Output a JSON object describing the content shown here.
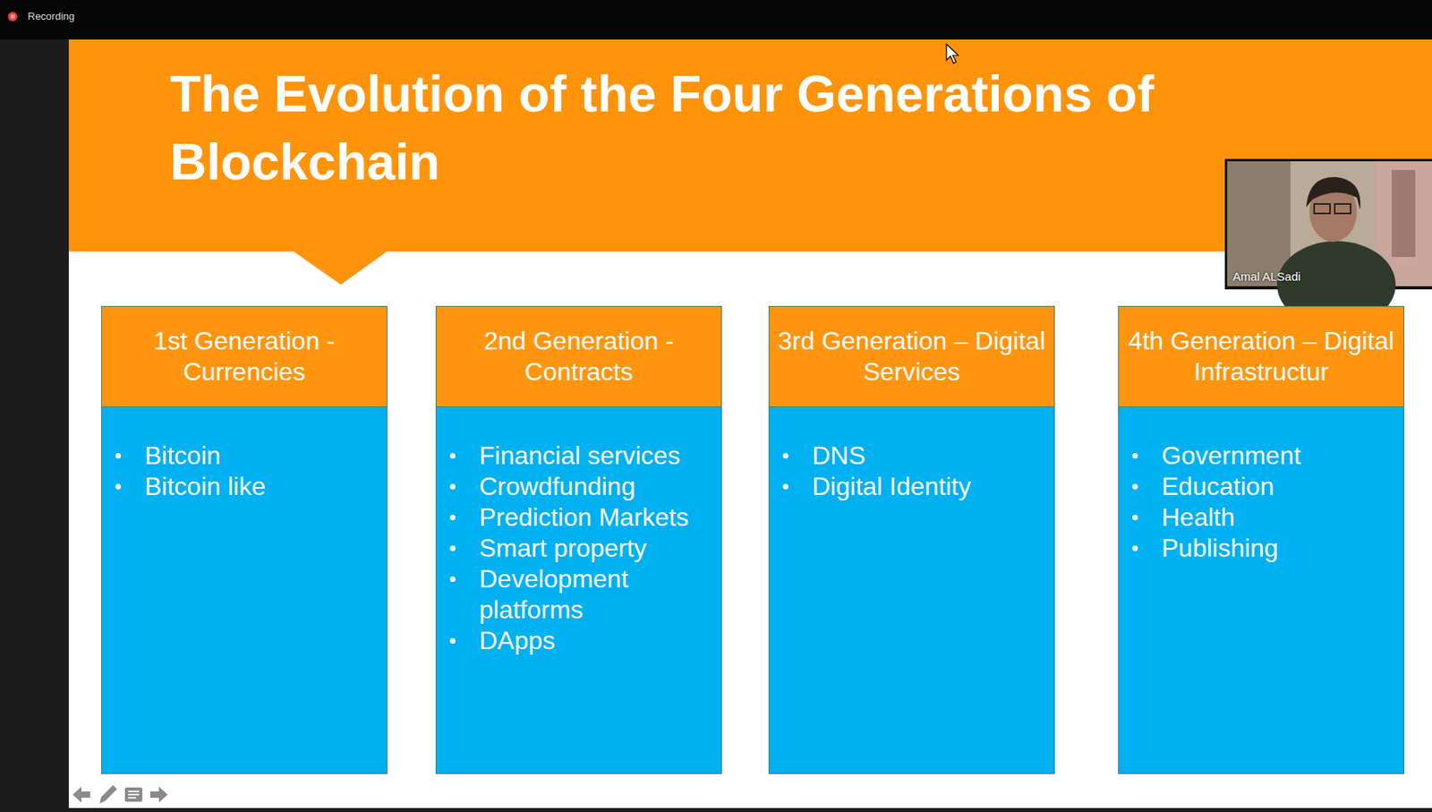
{
  "diagram": {
    "title": "The Evolution of the Four Generations of Blockchain",
    "nodes": [
      {
        "text": [
          "1st Generation - Currencies"
        ]
      },
      {
        "text": [
          "Bitcoin",
          "Bitcoin like"
        ]
      },
      {
        "text": [
          "2nd Generation - Contracts"
        ]
      },
      {
        "text": [
          "Financial services",
          "Crowdfunding",
          "Prediction Markets",
          "Smart property",
          "Development platforms",
          "DApps"
        ]
      },
      {
        "text": [
          "3rd Generation – Digital Services"
        ]
      },
      {
        "text": [
          "DNS",
          "Digital Identity"
        ]
      },
      {
        "text": [
          "4th Generation – Digital Infrastructur"
        ]
      },
      {
        "text": [
          "Government",
          "Education",
          "Health",
          "Publishing"
        ]
      }
    ],
    "labels": [
      "Recording",
      "Amal ALSadi"
    ]
  }
}
